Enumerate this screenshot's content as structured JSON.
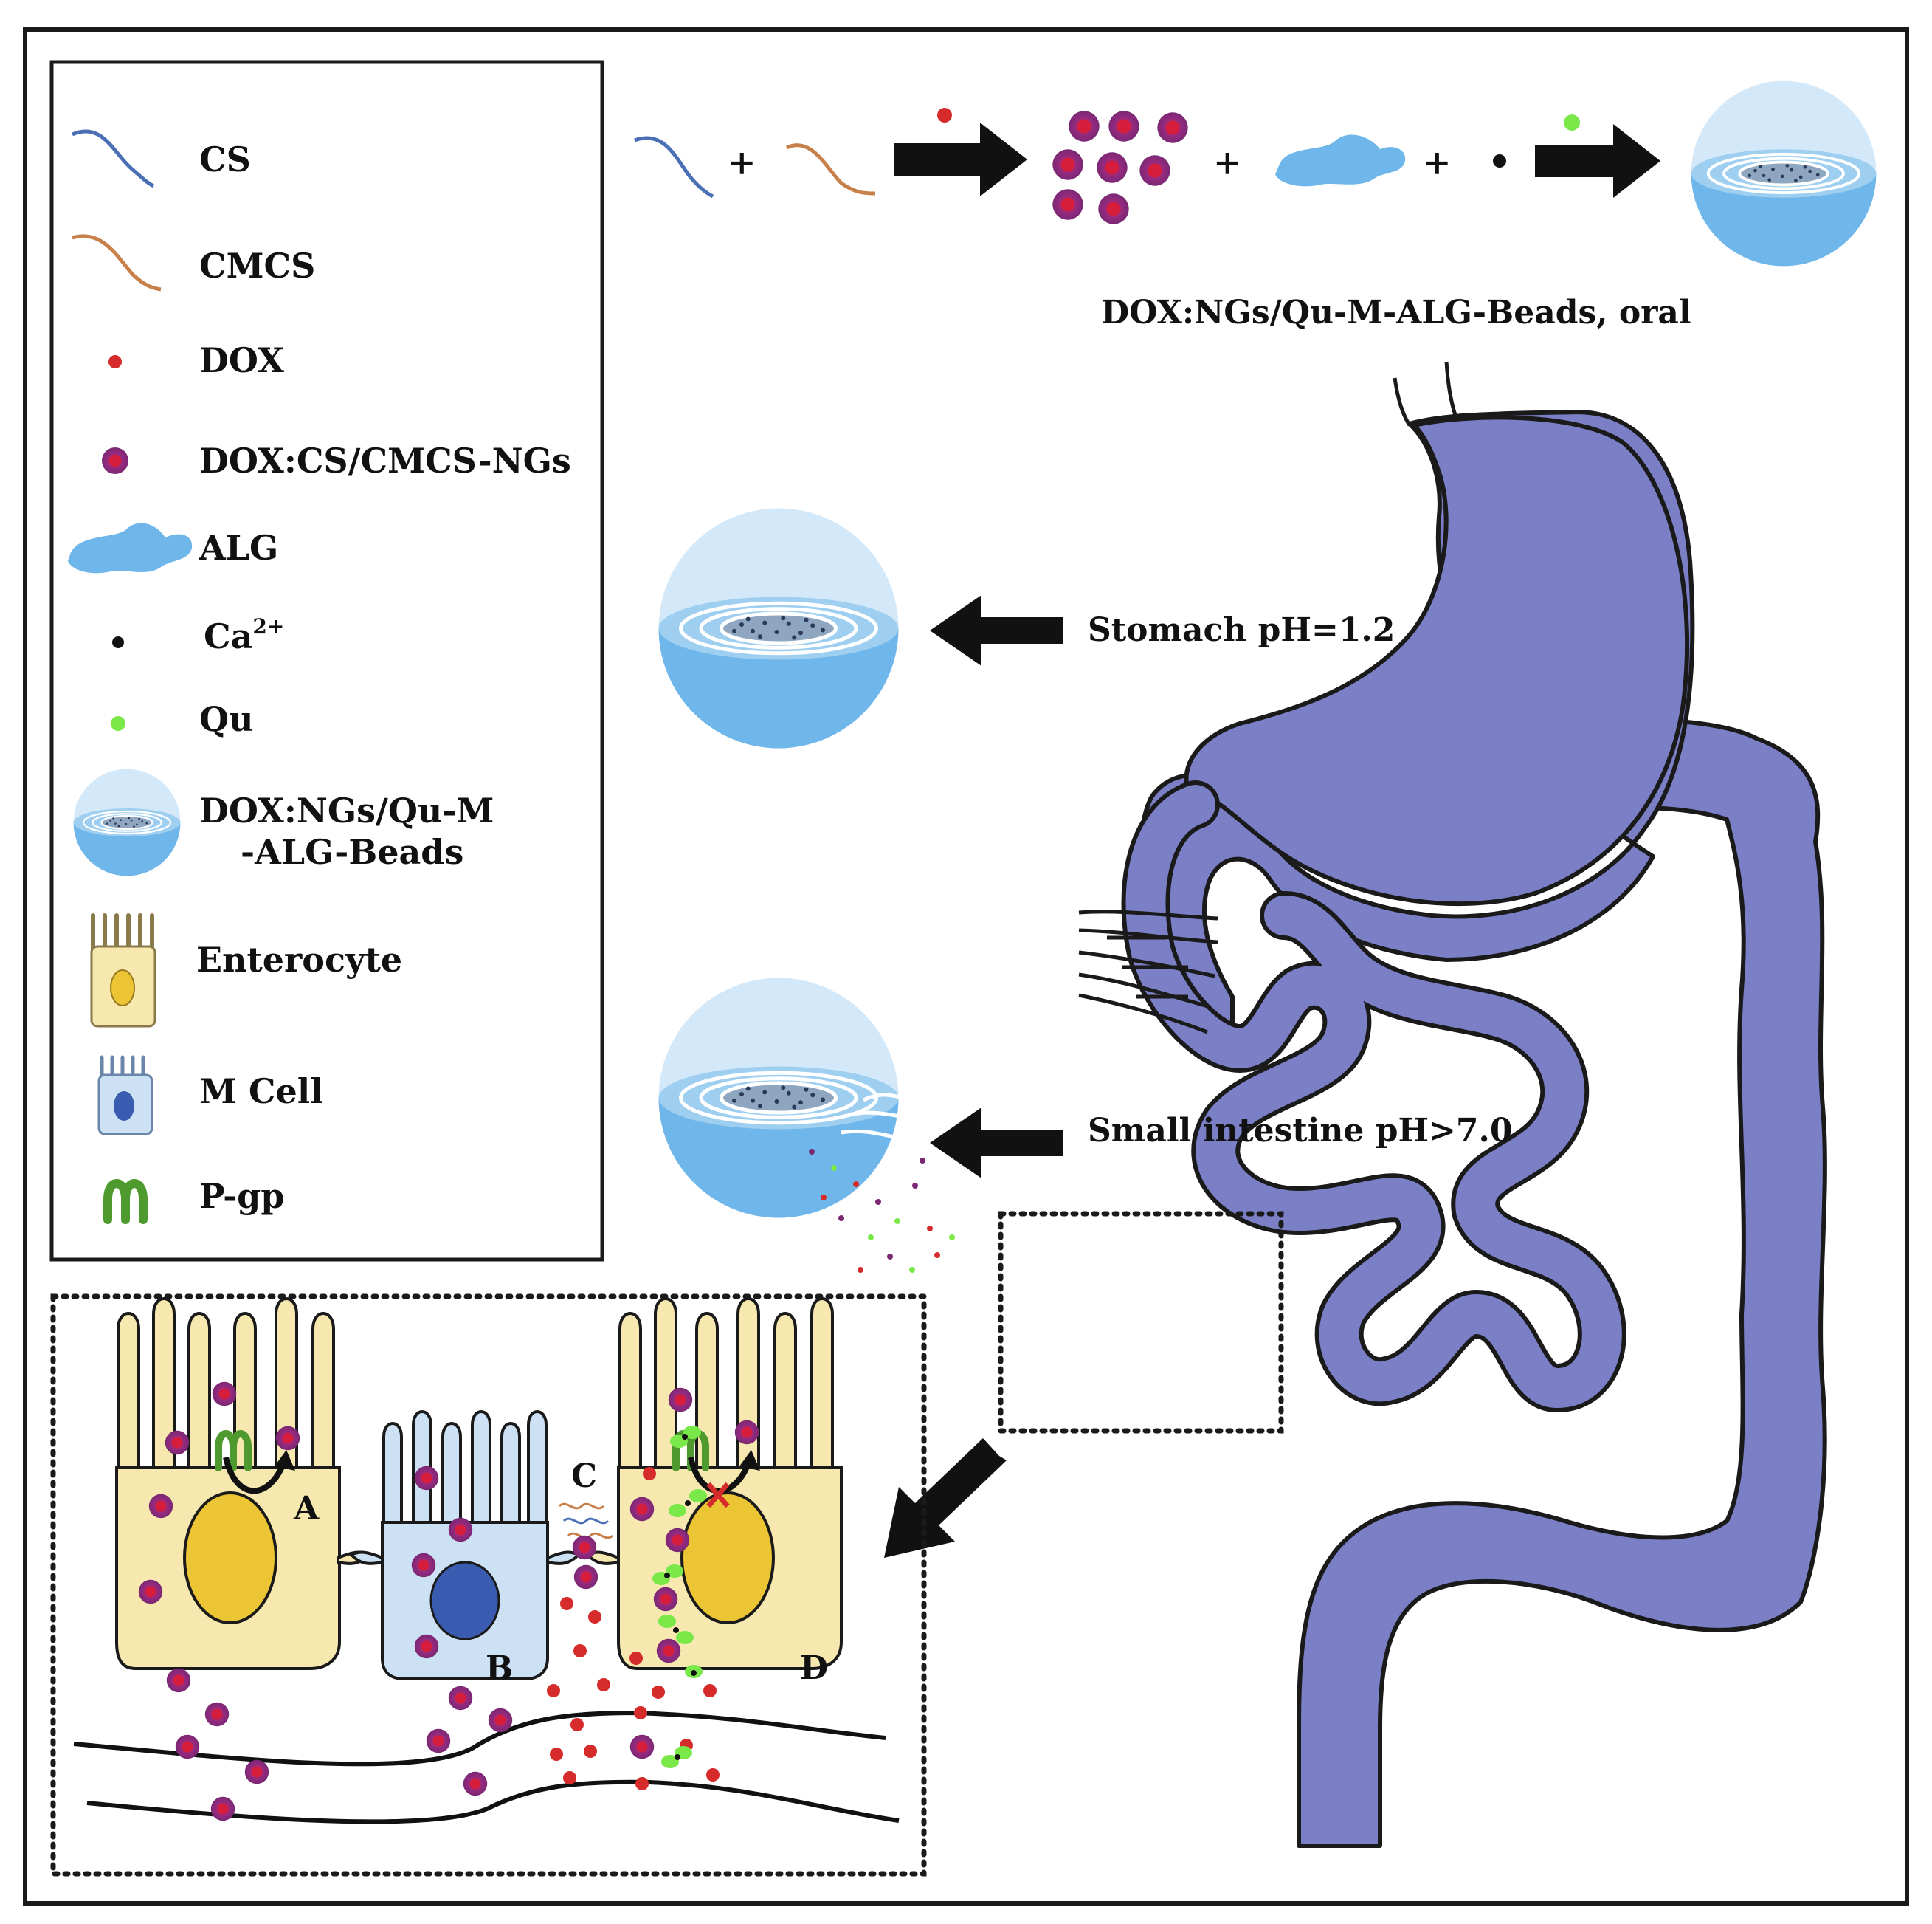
{
  "legend": {
    "items": [
      {
        "label": "CS",
        "icon": "cs-chain-icon"
      },
      {
        "label": "CMCS",
        "icon": "cmcs-chain-icon"
      },
      {
        "label": "DOX",
        "icon": "dox-dot-icon"
      },
      {
        "label": "DOX:CS/CMCS-NGs",
        "icon": "nanogel-icon"
      },
      {
        "label": "ALG",
        "icon": "alginate-blob-icon"
      },
      {
        "label": "Ca",
        "label_sup": "2+",
        "icon": "calcium-dot-icon"
      },
      {
        "label": "Qu",
        "icon": "quercetin-dot-icon"
      },
      {
        "label": "DOX:NGs/Qu-M",
        "label_line2": "-ALG-Beads",
        "icon": "bead-icon"
      },
      {
        "label": "Enterocyte",
        "icon": "enterocyte-icon"
      },
      {
        "label": "M Cell",
        "icon": "m-cell-icon"
      },
      {
        "label": "P-gp",
        "icon": "p-gp-icon"
      }
    ]
  },
  "synthesis": {
    "plus": "+",
    "product_caption": "DOX:NGs/Qu-M-ALG-Beads, oral"
  },
  "gi_tract": {
    "stomach_caption": "Stomach pH=1.2",
    "intestine_caption": "Small intestine pH>7.0"
  },
  "cells": {
    "label_a": "A",
    "label_b": "B",
    "label_c": "C",
    "label_d": "D"
  },
  "colors": {
    "cs": "#4a6fb5",
    "cmcs": "#c8804a",
    "dox": "#d62b2b",
    "nanogel_outer": "#8c2a7c",
    "nanogel_inner": "#d61e3c",
    "alg": "#7ec0ea",
    "bead_light": "#d3e8f8",
    "bead_dark": "#6fb6ea",
    "qu": "#7be84a",
    "enterocyte": "#f7e8b0",
    "nucleus_yellow": "#ecc535",
    "m_cell": "#cde1f5",
    "nucleus_blue": "#3a5cb0",
    "pgp": "#4e9a2e",
    "gi_tract": "#7a7fc6"
  }
}
